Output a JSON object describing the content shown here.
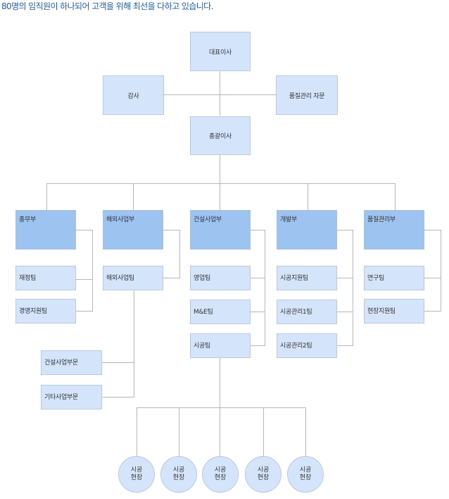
{
  "intro": "80명의 임직원이 하나되어 고객을 위해 최선을 다하고 있습니다.",
  "ceo": "대표이사",
  "auditor": "감사",
  "quality_advisor": "품질관리 자문",
  "gm": "총괄이사",
  "departments": [
    {
      "name": "총무부",
      "teams": [
        "재정팀",
        "경영지원팀"
      ]
    },
    {
      "name": "해외사업부",
      "teams": [
        "해외사업팀"
      ],
      "sub_teams": [
        "건설사업부문",
        "기타사업부문"
      ]
    },
    {
      "name": "건설사업부",
      "teams": [
        "영업팀",
        "M&E팀",
        "시공팀"
      ]
    },
    {
      "name": "개발부",
      "teams": [
        "시공지원팀",
        "시공관리1팀",
        "시공관리2팀"
      ]
    },
    {
      "name": "품질관리부",
      "teams": [
        "연구팀",
        "현장지원팀"
      ]
    }
  ],
  "sites": [
    "시공\n현장",
    "시공\n현장",
    "시공\n현장",
    "시공\n현장",
    "시공\n현장"
  ],
  "colors": {
    "line": "#b7b7b7",
    "box": "#d4e5fb",
    "dept": "#9dc3f0",
    "border": "#b9c9de",
    "intro": "#1f5ea8"
  }
}
